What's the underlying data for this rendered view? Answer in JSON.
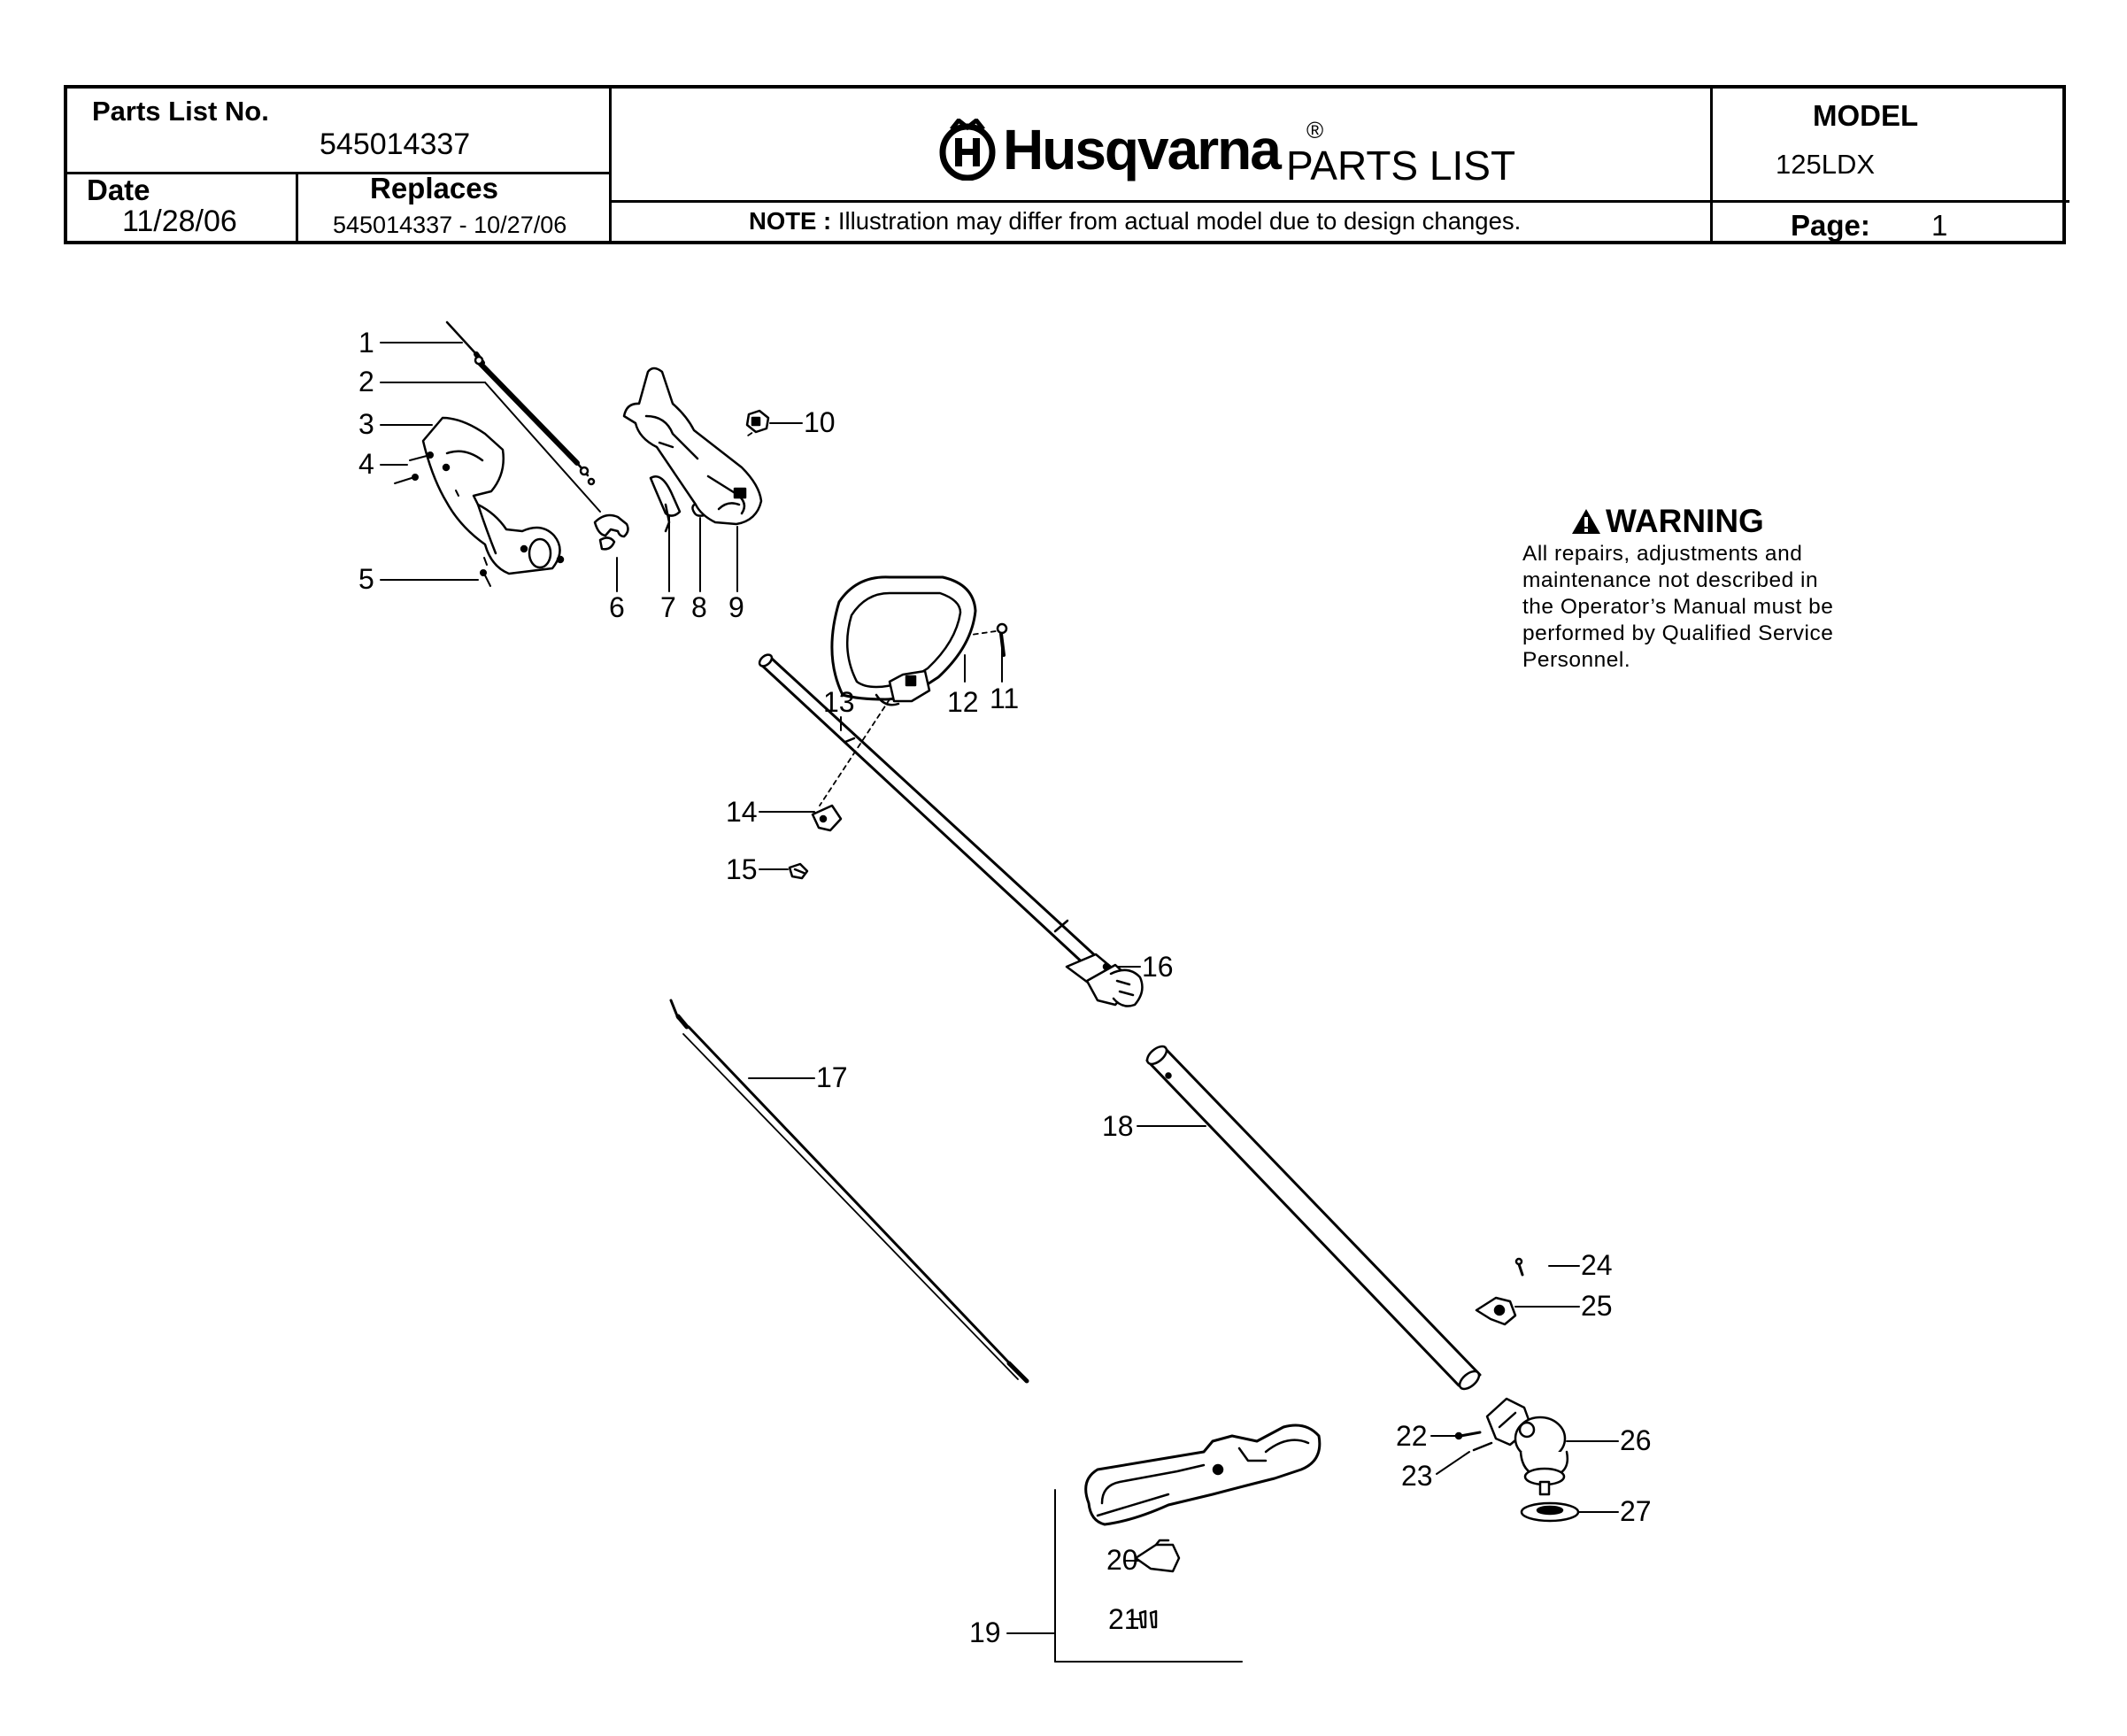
{
  "header": {
    "parts_list_no_label": "Parts List No.",
    "parts_list_no": "545014337",
    "date_label": "Date",
    "date": "11/28/06",
    "replaces_label": "Replaces",
    "replaces": "545014337 - 10/27/06",
    "brand": "Husqvarna",
    "registered_mark": "®",
    "title": "PARTS LIST",
    "note_label": "NOTE :",
    "note": "Illustration may differ from actual model due to design changes.",
    "model_label": "MODEL",
    "model": "125LDX",
    "page_label": "Page:",
    "page": "1"
  },
  "warning": {
    "title": "WARNING",
    "body": "All repairs, adjustments and\nmaintenance not described in\nthe Operator’s Manual must be\nperformed by Qualified Service\nPersonnel."
  },
  "callouts": {
    "c1": "1",
    "c2": "2",
    "c3": "3",
    "c4": "4",
    "c5": "5",
    "c6": "6",
    "c7": "7",
    "c8": "8",
    "c9": "9",
    "c10": "10",
    "c11": "11",
    "c12": "12",
    "c13": "13",
    "c14": "14",
    "c15": "15",
    "c16": "16",
    "c17": "17",
    "c18": "18",
    "c19": "19",
    "c20": "20",
    "c21": "21",
    "c22": "22",
    "c23": "23",
    "c24": "24",
    "c25": "25",
    "c26": "26",
    "c27": "27"
  }
}
